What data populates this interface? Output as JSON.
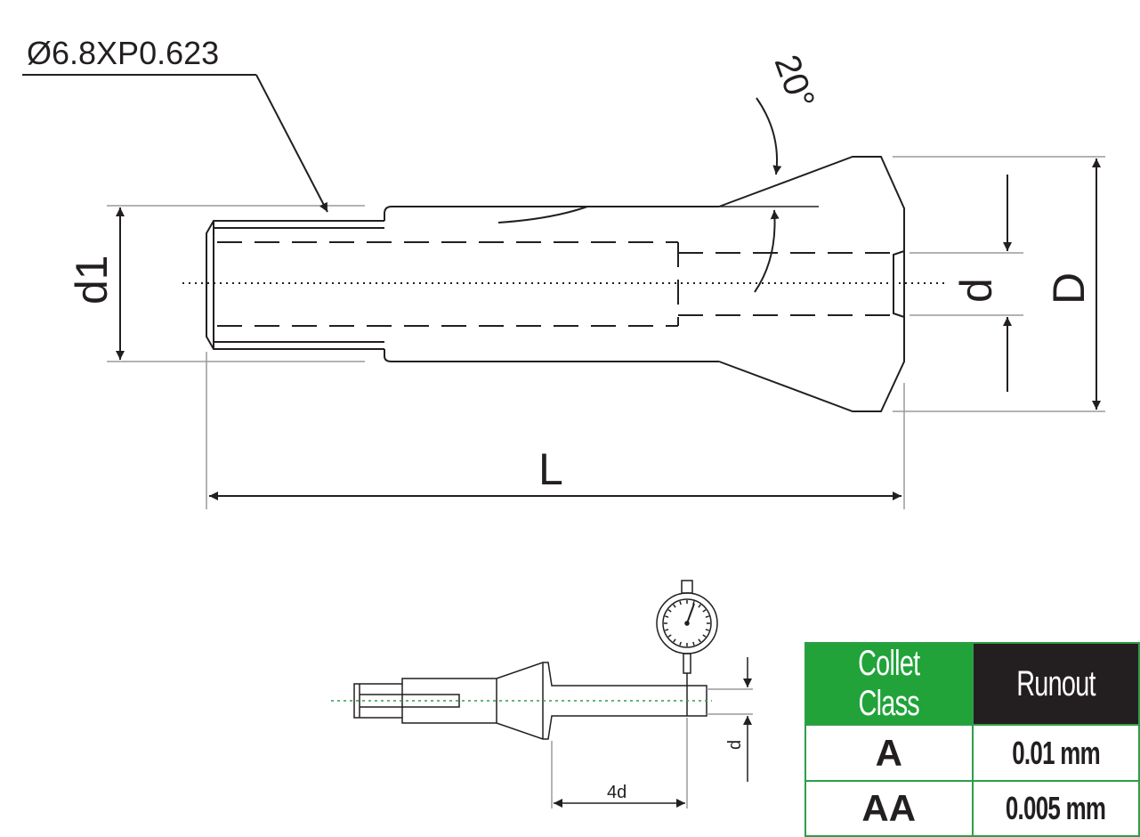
{
  "drawing": {
    "thread_label": "Ø6.8XP0.623",
    "angle_label": "20°",
    "dim_d1": "d1",
    "dim_d": "d",
    "dim_D": "D",
    "dim_L": "L",
    "small_dim_d": "d",
    "small_dim_4d": "4d"
  },
  "runout_table": {
    "headers": [
      "Collet Class",
      "Runout"
    ],
    "rows": [
      {
        "class": "A",
        "runout": "0.01 mm"
      },
      {
        "class": "AA",
        "runout": "0.005 mm"
      }
    ],
    "colors": {
      "header_class_bg": "#21a33a",
      "header_runout_bg": "#231f20",
      "border": "#2e9e48"
    }
  }
}
